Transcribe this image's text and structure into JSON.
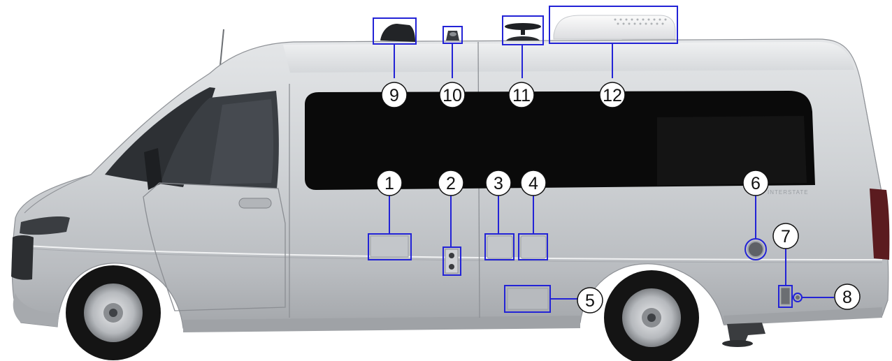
{
  "diagram": {
    "vehicle": {
      "badge_text": "INTERSTATE",
      "body_color": "#c9ccd0",
      "window_color": "#0a0a0a",
      "tire_color": "#141414"
    },
    "accent_color": "#2323d6",
    "callouts": [
      {
        "id": "1",
        "label": "1"
      },
      {
        "id": "2",
        "label": "2"
      },
      {
        "id": "3",
        "label": "3"
      },
      {
        "id": "4",
        "label": "4"
      },
      {
        "id": "5",
        "label": "5"
      },
      {
        "id": "6",
        "label": "6"
      },
      {
        "id": "7",
        "label": "7"
      },
      {
        "id": "8",
        "label": "8"
      },
      {
        "id": "9",
        "label": "9"
      },
      {
        "id": "10",
        "label": "10"
      },
      {
        "id": "11",
        "label": "11"
      },
      {
        "id": "12",
        "label": "12"
      }
    ]
  }
}
